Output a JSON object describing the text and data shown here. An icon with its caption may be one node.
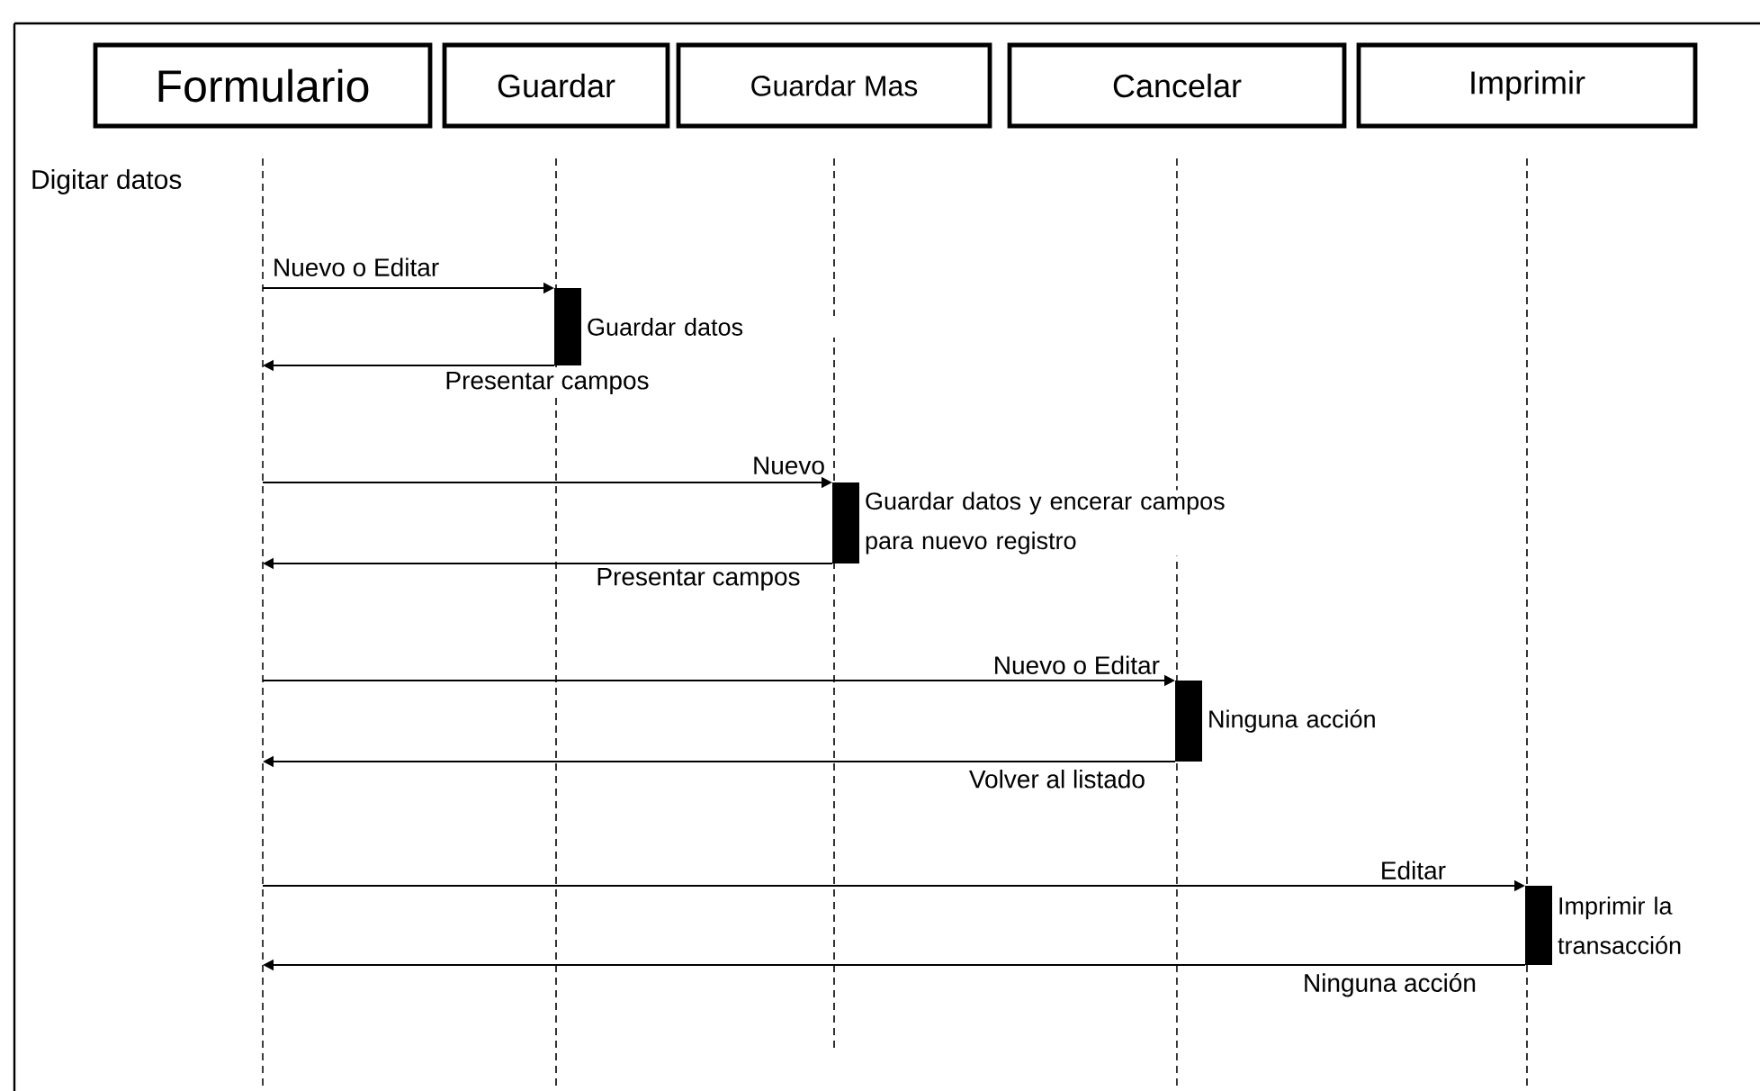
{
  "diagram": {
    "nodes": [
      {
        "text": [
          "Formulario"
        ]
      },
      {
        "text": [
          "Guardar"
        ]
      },
      {
        "text": [
          "Guardar Mas"
        ]
      },
      {
        "text": [
          "Cancelar"
        ]
      },
      {
        "text": [
          "Imprimir"
        ]
      },
      {
        "text": [],
        "shape": "bar",
        "beside": [
          "Guardar datos"
        ]
      },
      {
        "text": [],
        "shape": "bar",
        "beside": [
          "Guardar datos y encerar campos para nuevo registro"
        ]
      },
      {
        "text": [],
        "shape": "bar",
        "beside": [
          "Ninguna acción"
        ]
      },
      {
        "text": [],
        "shape": "bar",
        "beside": [
          "Imprimir la transacción"
        ]
      }
    ],
    "edges": [
      {
        "from": 0,
        "to": 5,
        "arrow": "to",
        "label": "Nuevo o Editar"
      },
      {
        "from": 5,
        "to": 0,
        "arrow": "to",
        "label": "Presentar campos"
      },
      {
        "from": 0,
        "to": 6,
        "arrow": "to",
        "label": "Nuevo"
      },
      {
        "from": 6,
        "to": 0,
        "arrow": "to",
        "label": "Presentar campos"
      },
      {
        "from": 0,
        "to": 7,
        "arrow": "to",
        "label": "Nuevo o Editar"
      },
      {
        "from": 7,
        "to": 0,
        "arrow": "to",
        "label": "Volver al listado"
      },
      {
        "from": 0,
        "to": 8,
        "arrow": "to",
        "label": "Editar"
      },
      {
        "from": 8,
        "to": 0,
        "arrow": "to",
        "label": "Ninguna acción"
      }
    ],
    "labels": [
      "Digitar datos"
    ]
  }
}
